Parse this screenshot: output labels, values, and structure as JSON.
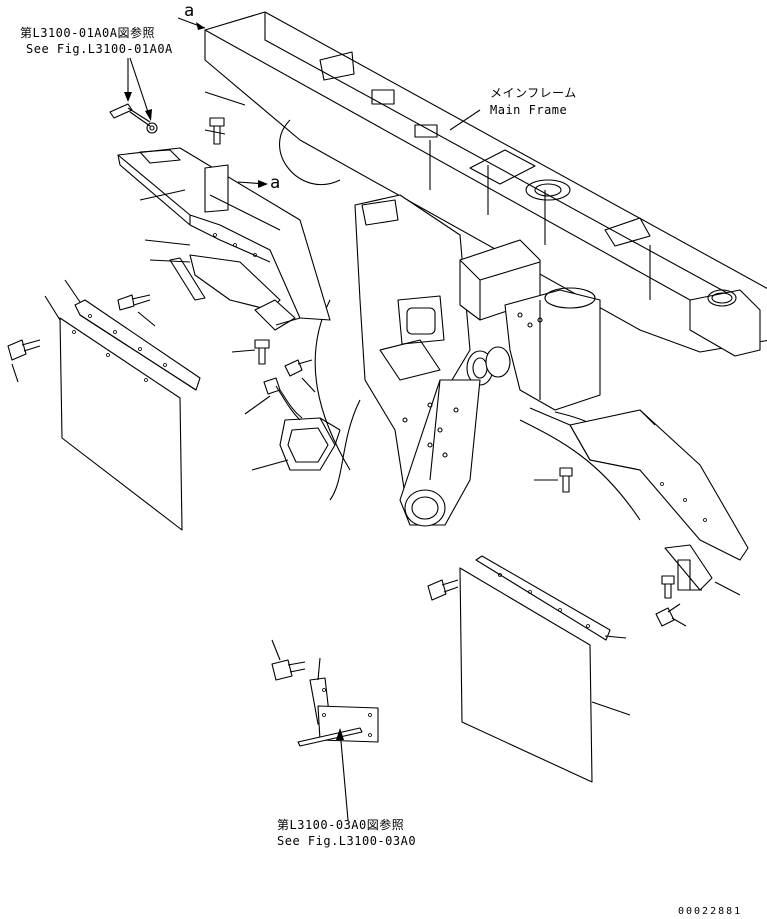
{
  "labels": {
    "ref_top_jp": "第L3100-01A0A図参照",
    "ref_top_en": "See Fig.L3100-01A0A",
    "main_frame_jp": "メインフレーム",
    "main_frame_en": "Main Frame",
    "ref_bottom_jp": "第L3100-03A0図参照",
    "ref_bottom_en": "See Fig.L3100-03A0",
    "marker_a_top": "a",
    "marker_a_mid": "a",
    "doc_number": "00022881"
  }
}
